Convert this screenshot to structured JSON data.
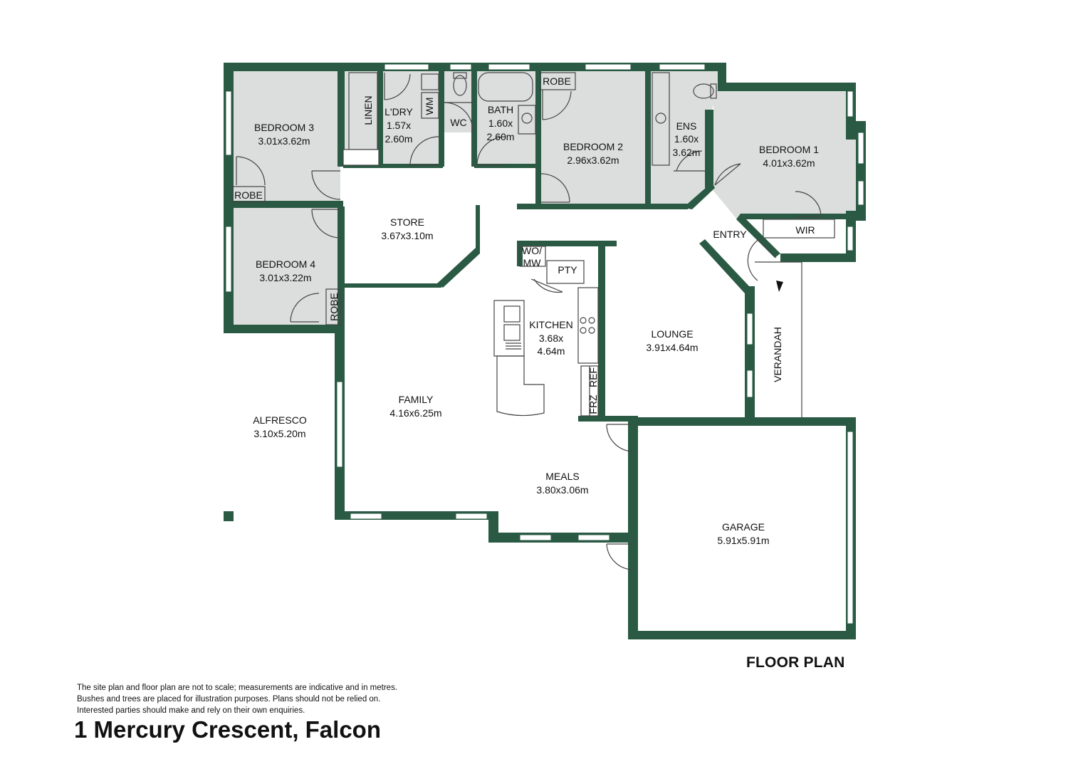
{
  "plan_title": "FLOOR PLAN",
  "address": "1 Mercury Crescent, Falcon",
  "disclaimer": [
    "The site plan and floor plan are not to scale; measurements are indicative and in metres.",
    "Bushes and trees are placed for illustration purposes. Plans should not be relied on.",
    "Interested parties should make and rely on their own enquiries."
  ],
  "colors": {
    "wall": "#2a5a44",
    "room_fill": "#dcdedd",
    "line": "#444444",
    "background": "#ffffff"
  },
  "rooms": {
    "bedroom3": {
      "name": "BEDROOM 3",
      "dim": "3.01x3.62m"
    },
    "bedroom4": {
      "name": "BEDROOM 4",
      "dim": "3.01x3.22m"
    },
    "bedroom2": {
      "name": "BEDROOM 2",
      "dim": "2.96x3.62m"
    },
    "bedroom1": {
      "name": "BEDROOM 1",
      "dim": "4.01x3.62m"
    },
    "laundry": {
      "name": "L'DRY",
      "dim1": "1.57x",
      "dim2": "2.60m"
    },
    "bath": {
      "name": "BATH",
      "dim1": "1.60x",
      "dim2": "2.60m"
    },
    "ensuite": {
      "name": "ENS",
      "dim1": "1.60x",
      "dim2": "3.62m"
    },
    "store": {
      "name": "STORE",
      "dim": "3.67x3.10m"
    },
    "kitchen": {
      "name": "KITCHEN",
      "dim1": "3.68x",
      "dim2": "4.64m"
    },
    "lounge": {
      "name": "LOUNGE",
      "dim": "3.91x4.64m"
    },
    "family": {
      "name": "FAMILY",
      "dim": "4.16x6.25m"
    },
    "alfresco": {
      "name": "ALFRESCO",
      "dim": "3.10x5.20m"
    },
    "meals": {
      "name": "MEALS",
      "dim": "3.80x3.06m"
    },
    "garage": {
      "name": "GARAGE",
      "dim": "5.91x5.91m"
    }
  },
  "labels": {
    "linen": "LINEN",
    "wm": "WM",
    "wc": "WC",
    "robe": "ROBE",
    "entry": "ENTRY",
    "wir": "WIR",
    "wo": "WO/",
    "mw": "MW",
    "pty": "PTY",
    "frz": "FRZ",
    "ref": "REF",
    "verandah": "VERANDAH"
  }
}
